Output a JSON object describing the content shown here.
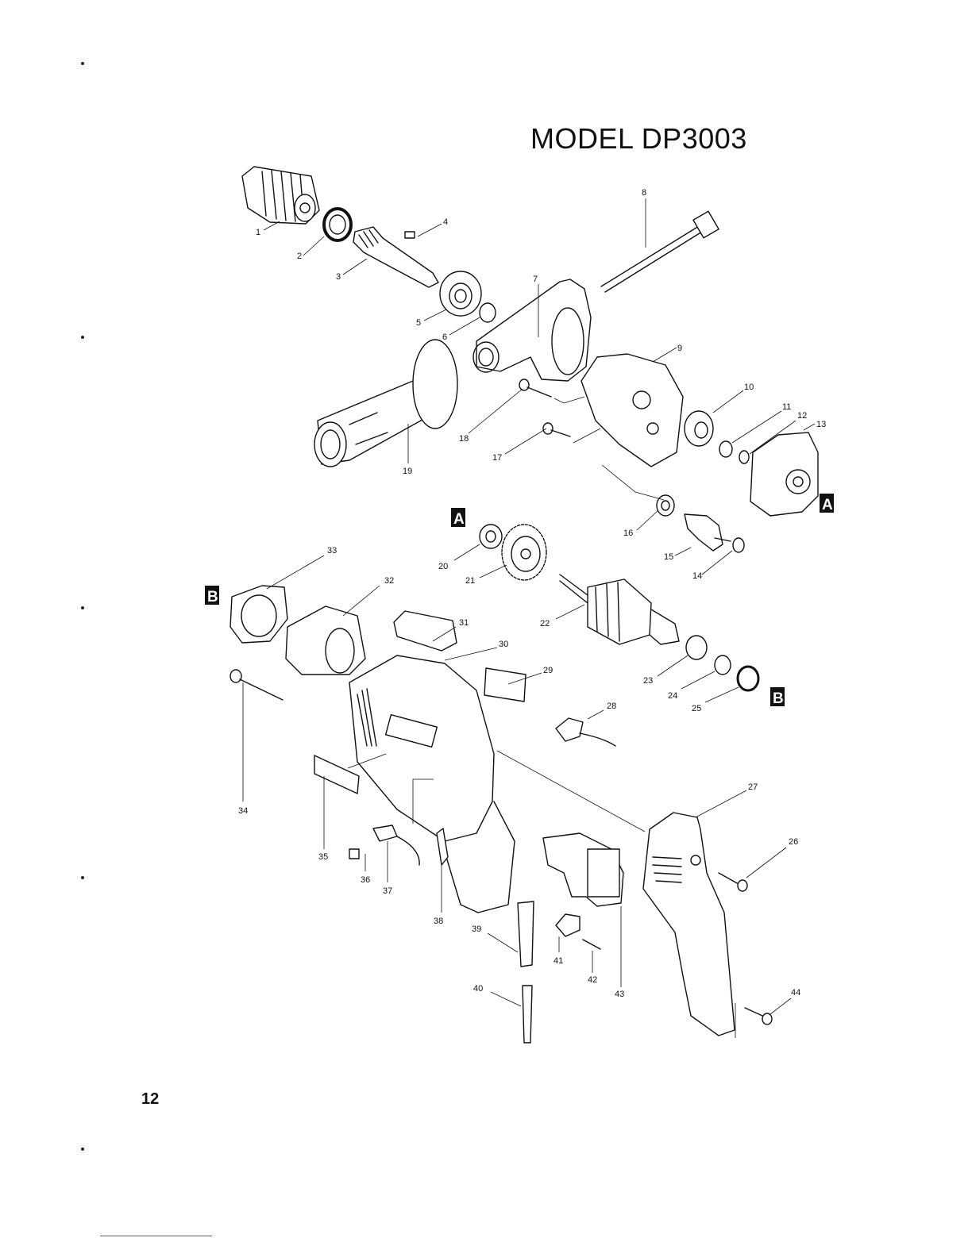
{
  "title": "MODEL DP3003",
  "page_number": "12",
  "parts": [
    {
      "no": "1"
    },
    {
      "no": "2"
    },
    {
      "no": "3"
    },
    {
      "no": "4"
    },
    {
      "no": "5"
    },
    {
      "no": "6"
    },
    {
      "no": "7"
    },
    {
      "no": "8"
    },
    {
      "no": "9"
    },
    {
      "no": "10"
    },
    {
      "no": "11"
    },
    {
      "no": "12"
    },
    {
      "no": "13"
    },
    {
      "no": "14"
    },
    {
      "no": "15"
    },
    {
      "no": "16"
    },
    {
      "no": "17"
    },
    {
      "no": "18"
    },
    {
      "no": "19"
    },
    {
      "no": "20"
    },
    {
      "no": "21"
    },
    {
      "no": "22"
    },
    {
      "no": "23"
    },
    {
      "no": "24"
    },
    {
      "no": "25"
    },
    {
      "no": "26"
    },
    {
      "no": "27"
    },
    {
      "no": "28"
    },
    {
      "no": "29"
    },
    {
      "no": "30"
    },
    {
      "no": "31"
    },
    {
      "no": "32"
    },
    {
      "no": "33"
    },
    {
      "no": "34"
    },
    {
      "no": "35"
    },
    {
      "no": "36"
    },
    {
      "no": "37"
    },
    {
      "no": "38"
    },
    {
      "no": "39"
    },
    {
      "no": "40"
    },
    {
      "no": "41"
    },
    {
      "no": "42"
    },
    {
      "no": "43"
    },
    {
      "no": "44"
    }
  ],
  "ref_marks": [
    "A",
    "B"
  ]
}
